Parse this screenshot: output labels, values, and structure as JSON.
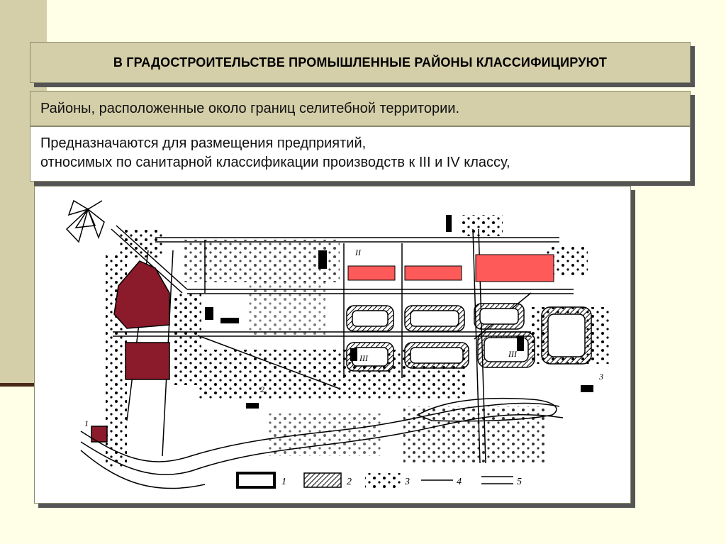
{
  "slide": {
    "title": "В ГРАДОСТРОИТЕЛЬСТВЕ ПРОМЫШЛЕННЫЕ РАЙОНЫ КЛАССИФИЦИРУЮТ",
    "subtitle": "Районы, расположенные около границ селитебной территории.",
    "description": [
      "Предназначаются для размещения предприятий,",
      "относимых по санитарной классификации производств к III и IV классу,"
    ]
  },
  "map": {
    "zone_labels": [
      "II",
      "III",
      "III",
      "1",
      "2",
      "3"
    ],
    "legend": [
      "1",
      "2",
      "3",
      "4",
      "5"
    ]
  },
  "colors": {
    "background": "#fffee6",
    "band": "#d4cfa9",
    "industrial_maroon": "#8b1a2a",
    "industrial_red": "#ff5a5a"
  }
}
